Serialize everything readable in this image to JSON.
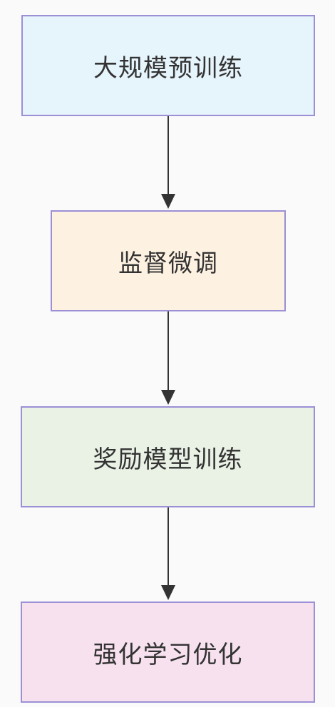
{
  "flow": {
    "steps": [
      {
        "label": "大规模预训练",
        "fill": "#e6f4fc"
      },
      {
        "label": "监督微调",
        "fill": "#fdf1e1"
      },
      {
        "label": "奖励模型训练",
        "fill": "#eaf2e6"
      },
      {
        "label": "强化学习优化",
        "fill": "#f7e1ee"
      }
    ],
    "border_color": "#9b8fd6",
    "arrow_color": "#333333"
  }
}
